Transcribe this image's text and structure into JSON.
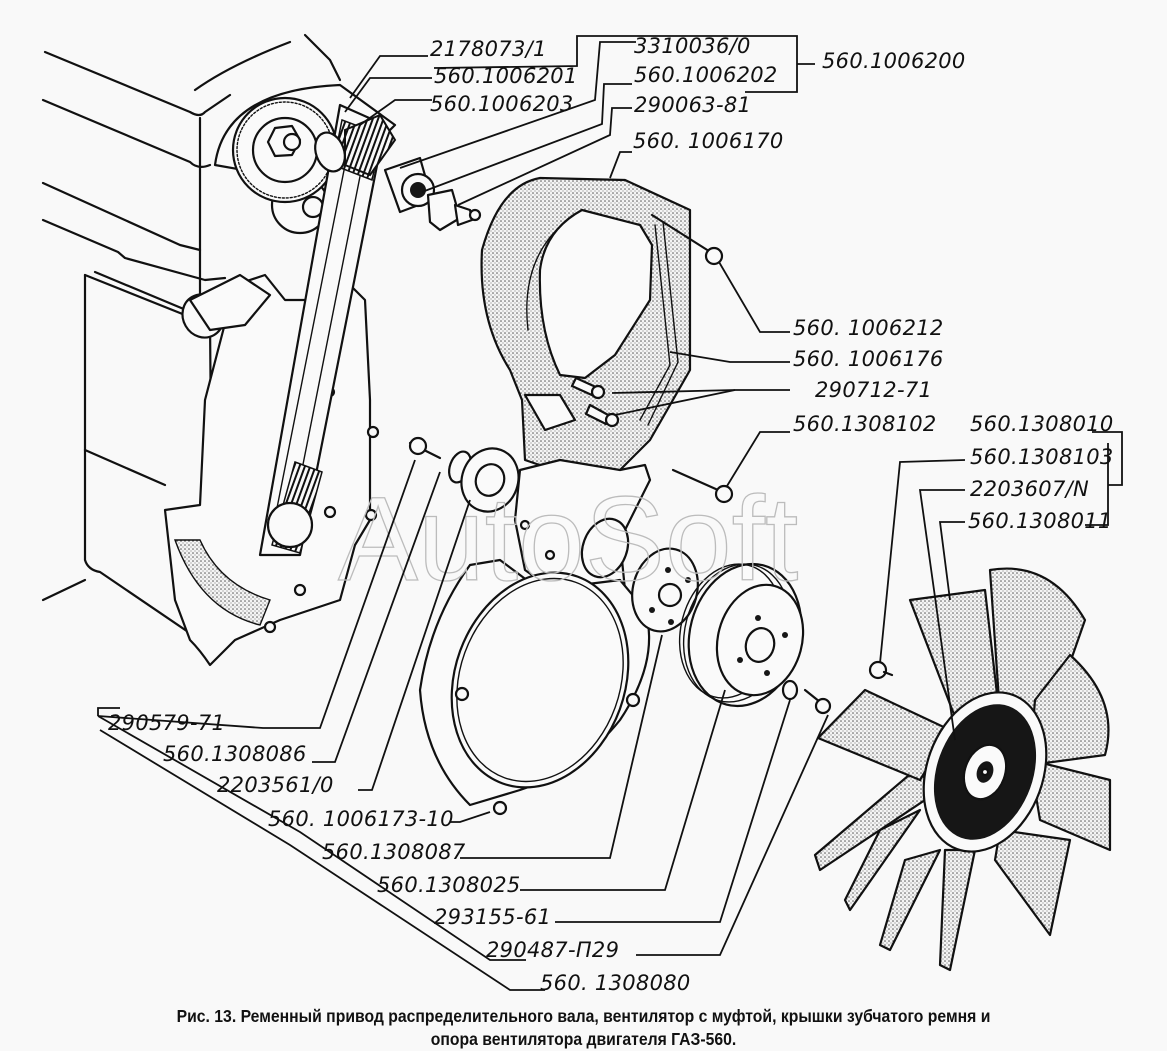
{
  "figure": {
    "watermark": "AutoSoft",
    "caption_line1": "Рис. 13. Ременный привод распределительного вала, вентилятор с муфтой, крышки зубчатого ремня и",
    "caption_line2": "опора вентилятора двигателя ГАЗ-560."
  },
  "labels": {
    "p2178073_1": "2178073/1",
    "p560_1006201": "560.1006201",
    "p560_1006203": "560.1006203",
    "p3310036_0": "3310036/0",
    "p560_1006202": "560.1006202",
    "p290063_81": "290063-81",
    "p560_1006200": "560.1006200",
    "p560_1006170": "560. 1006170",
    "p560_1006212": "560. 1006212",
    "p560_1006176": "560. 1006176",
    "p290712_71": "290712-71",
    "p560_1308102": "560.1308102",
    "p560_1308010": "560.1308010",
    "p560_1308103": "560.1308103",
    "p2203607_N": "2203607/N",
    "p560_1308011": "560.1308011",
    "p290579_71": "290579-71",
    "p560_1308086": "560.1308086",
    "p2203561_0": "2203561/0",
    "p560_1006173_10": "560. 1006173-10",
    "p560_1308087": "560.1308087",
    "p560_1308025": "560.1308025",
    "p293155_61": "293155-61",
    "p290487_P29": "290487-П29",
    "p560_1308080": "560. 1308080"
  }
}
